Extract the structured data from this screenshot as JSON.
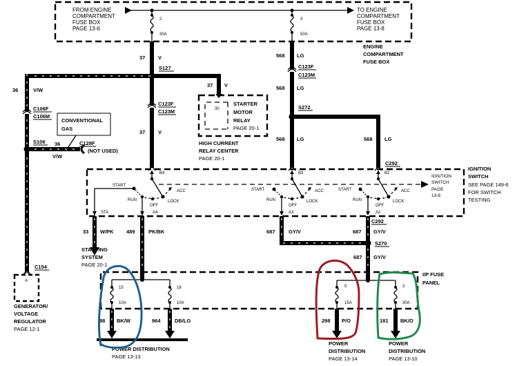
{
  "engine_fuse_box": {
    "from_lines": [
      "FROM ENGINE",
      "COMPARTMENT",
      "FUSE BOX",
      "PAGE 13-6"
    ],
    "to_lines": [
      "TO ENGINE",
      "COMPARTMENT",
      "FUSE BOX",
      "PAGE 13-8"
    ],
    "label_lines": [
      "ENGINE",
      "COMPARTMENT",
      "FUSE BOX"
    ],
    "fuses": [
      {
        "number": "2",
        "rating": "30A"
      },
      {
        "number": "3",
        "rating": "50A"
      }
    ]
  },
  "circuits": {
    "c37_upper": {
      "number": "37",
      "color": "V"
    },
    "c37_relay": {
      "number": "37",
      "color": "V"
    },
    "c37_lower": {
      "number": "37",
      "color": "V"
    },
    "c568_upper": {
      "number": "568",
      "color": "LG"
    },
    "c568_mid": {
      "number": "568",
      "color": "LG"
    },
    "c568_lower": {
      "number": "568",
      "color": "LG"
    },
    "c568_right": {
      "number": "568",
      "color": "LG"
    },
    "c36_vertical": {
      "number": "36",
      "color": "V/W"
    },
    "c36_branch": {
      "number": "36",
      "color": "V/W"
    },
    "c33": {
      "number": "33",
      "color": "W/PK"
    },
    "c489": {
      "number": "489",
      "color": "PK/BK"
    },
    "c687_left": {
      "number": "687",
      "color": "GY/V"
    },
    "c687_right": {
      "number": "687",
      "color": "GY/V"
    },
    "c687_lower": {
      "number": "687",
      "color": "GY/V"
    },
    "c88": {
      "number": "88",
      "color": "BK/W"
    },
    "c964": {
      "number": "964",
      "color": "DB/LG"
    },
    "c298": {
      "number": "298",
      "color": "P/O"
    },
    "c181": {
      "number": "181",
      "color": "BK/O"
    }
  },
  "splices": {
    "s127": "S127",
    "s272": "S272",
    "s106": "S106",
    "s270": "S270"
  },
  "connectors": {
    "c123f": "C123F",
    "c123m": "C123M",
    "c106f": "C106F",
    "c106m": "C106M",
    "c128f": "C128F",
    "c292": "C292",
    "c154": "C154"
  },
  "not_used": "(NOT USED)",
  "conventional_gas_lines": [
    "CONVENTIONAL",
    "GAS"
  ],
  "relay": {
    "pin": "30",
    "name_lines": [
      "STARTER",
      "MOTOR",
      "RELAY"
    ],
    "page": "PAGE 20-1",
    "center_lines": [
      "HIGH CURRENT",
      "RELAY CENTER"
    ],
    "center_page": "PAGE 20-1"
  },
  "ignition_switch": {
    "positions": {
      "start": "START",
      "run": "RUN",
      "off": "OFF",
      "lock": "LOCK",
      "acc": "ACC"
    },
    "pins": {
      "b4": "B4",
      "b3": "B3",
      "b2": "B2",
      "a4": "A4",
      "a3": "A3",
      "a2": "A2",
      "sta": "STA"
    },
    "ref_lines": [
      "IGNITION",
      "SWITCH",
      "PAGE",
      "13-8"
    ],
    "title_lines": [
      "IGNITION",
      "SWITCH"
    ],
    "note_lines": [
      "SEE PAGE 149-6",
      "FOR SWITCH",
      "TESTING"
    ]
  },
  "starting_system": {
    "lines": [
      "STARTING",
      "SYSTEM"
    ],
    "page": "PAGE 20-1"
  },
  "generator": {
    "pin": "A",
    "lines": [
      "GENERATOR/",
      "VOLTAGE",
      "REGULATOR"
    ],
    "page": "PAGE 12-1"
  },
  "ip_fuse_panel": {
    "label_lines": [
      "I/P FUSE",
      "PANEL"
    ],
    "fuses": [
      {
        "number": "15",
        "rating": "10A"
      },
      {
        "number": "18",
        "rating": "10A"
      },
      {
        "number": "5",
        "rating": "15A"
      },
      {
        "number": "3",
        "rating": "30A"
      }
    ]
  },
  "power_distribution": [
    {
      "lines": [
        "POWER DISTRIBUTION"
      ],
      "page": "PAGE 13-13"
    },
    {
      "lines": [
        "POWER",
        "DISTRIBUTION"
      ],
      "page": "PAGE 13-14"
    },
    {
      "lines": [
        "POWER",
        "DISTRIBUTION"
      ],
      "page": "PAGE 13-10"
    }
  ],
  "annotations": [
    {
      "color": "#1f5f8f",
      "circled_circuit": "88"
    },
    {
      "color": "#9b1c22",
      "circled_circuit": "298"
    },
    {
      "color": "#1f8a4e",
      "circled_circuit": "181"
    }
  ]
}
